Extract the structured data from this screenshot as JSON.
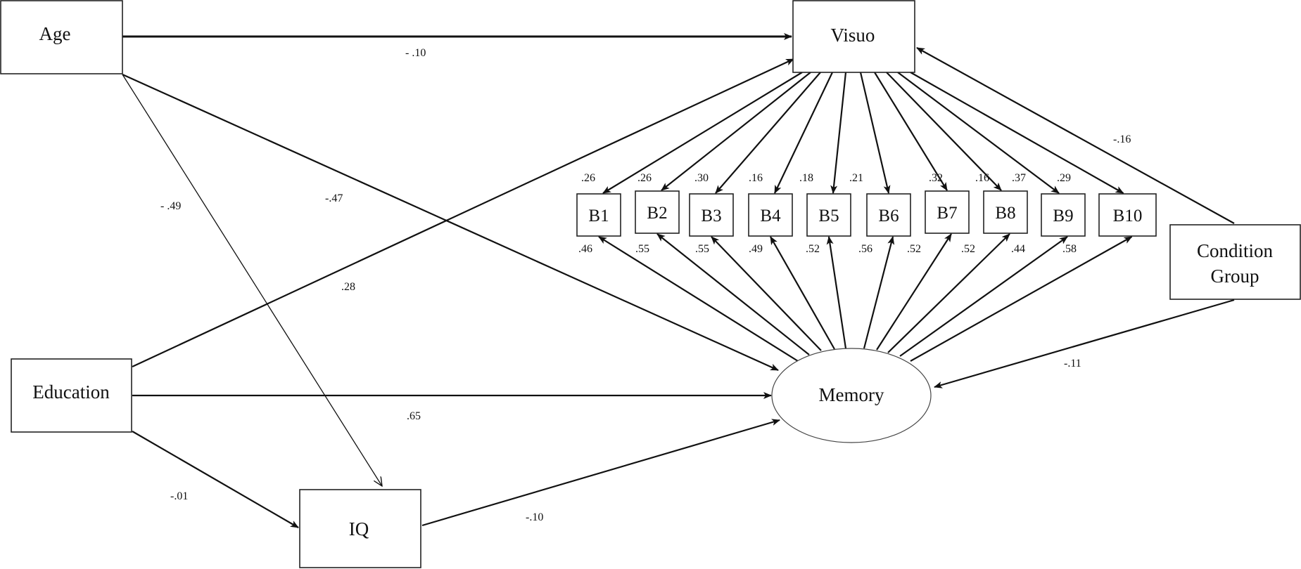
{
  "nodes": {
    "age": "Age",
    "visuo": "Visuo",
    "education": "Education",
    "iq": "IQ",
    "memory": "Memory",
    "condition_line1": "Condition",
    "condition_line2": "Group",
    "b": [
      "B1",
      "B2",
      "B3",
      "B4",
      "B5",
      "B6",
      "B7",
      "B8",
      "B9",
      "B10"
    ]
  },
  "paths": {
    "age_visuo": "- .10",
    "age_iq": "- .49",
    "age_memory": "-.47",
    "education_visuo": ".28",
    "education_memory": ".65",
    "education_iq": "-.01",
    "iq_memory": "-.10",
    "condition_visuo": "-.16",
    "condition_memory": "-.11"
  },
  "loadings": {
    "visuo": [
      ".26",
      ".26",
      ".30",
      ".16",
      ".18",
      ".21",
      ".32",
      ".16",
      ".37",
      ".29"
    ],
    "memory": [
      ".46",
      ".55",
      ".55",
      ".49",
      ".52",
      ".56",
      ".52",
      ".52",
      ".44",
      ".58"
    ]
  }
}
